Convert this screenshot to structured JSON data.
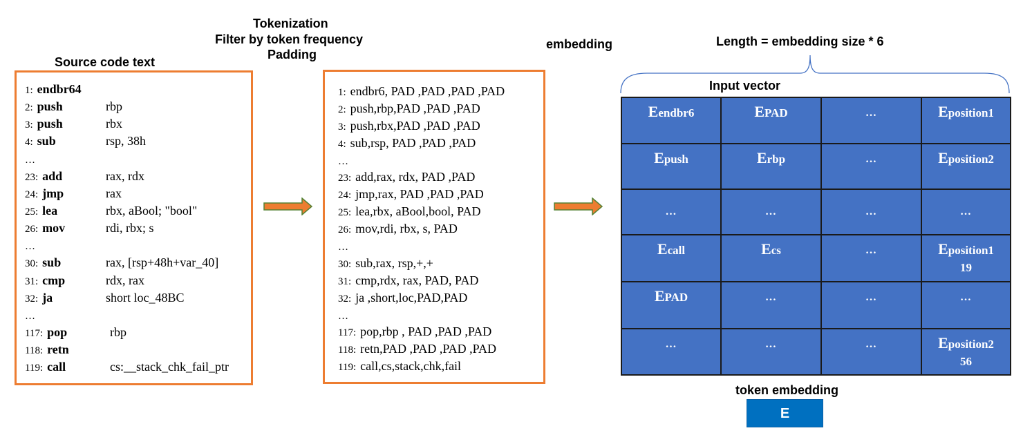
{
  "headings": {
    "source": "Source code text",
    "tokenization": "Tokenization",
    "filter": "Filter by token frequency",
    "padding": "Padding",
    "embedding": "embedding",
    "length": "Length = embedding size * 6",
    "input_vector": "Input vector",
    "token_embedding": "token embedding"
  },
  "source_lines": [
    {
      "num": "1:",
      "op": "endbr64",
      "arg": ""
    },
    {
      "num": "2:",
      "op": "push",
      "arg": "rbp"
    },
    {
      "num": "3:",
      "op": "push",
      "arg": "rbx"
    },
    {
      "num": "4:",
      "op": "sub",
      "arg": "rsp, 38h"
    },
    {
      "num": "…",
      "op": "",
      "arg": ""
    },
    {
      "num": "23:",
      "op": "add",
      "arg": "rax, rdx"
    },
    {
      "num": "24:",
      "op": "jmp",
      "arg": "rax"
    },
    {
      "num": "25:",
      "op": "lea",
      "arg": "rbx, aBool; \"bool\""
    },
    {
      "num": "26:",
      "op": "mov",
      "arg": "rdi, rbx; s"
    },
    {
      "num": "…",
      "op": "",
      "arg": ""
    },
    {
      "num": "30:",
      "op": "sub",
      "arg": "rax, [rsp+48h+var_40]"
    },
    {
      "num": "31:",
      "op": "cmp",
      "arg": "rdx, rax"
    },
    {
      "num": "32:",
      "op": "ja",
      "arg": "short loc_48BC"
    },
    {
      "num": "…",
      "op": "",
      "arg": ""
    },
    {
      "num": "117:",
      "op": "pop",
      "arg": "rbp"
    },
    {
      "num": "118:",
      "op": "retn",
      "arg": ""
    },
    {
      "num": "119:",
      "op": "call",
      "arg": "cs:__stack_chk_fail_ptr"
    }
  ],
  "token_lines": [
    {
      "num": "1:",
      "text": "endbr6, PAD ,PAD ,PAD ,PAD"
    },
    {
      "num": "2:",
      "text": "push,rbp,PAD ,PAD ,PAD"
    },
    {
      "num": "3:",
      "text": "push,rbx,PAD ,PAD ,PAD"
    },
    {
      "num": "4:",
      "text": "sub,rsp, PAD ,PAD ,PAD"
    },
    {
      "num": "…",
      "text": ""
    },
    {
      "num": "23:",
      "text": "add,rax, rdx, PAD ,PAD"
    },
    {
      "num": "24:",
      "text": "jmp,rax, PAD ,PAD ,PAD"
    },
    {
      "num": "25:",
      "text": "lea,rbx, aBool,bool, PAD"
    },
    {
      "num": "26:",
      "text": "mov,rdi, rbx, s, PAD"
    },
    {
      "num": "…",
      "text": ""
    },
    {
      "num": "30:",
      "text": "sub,rax, rsp,+,+"
    },
    {
      "num": "31:",
      "text": "cmp,rdx, rax, PAD, PAD"
    },
    {
      "num": "32:",
      "text": "ja ,short,loc,PAD,PAD"
    },
    {
      "num": "…",
      "text": ""
    },
    {
      "num": "117:",
      "text": "pop,rbp , PAD ,PAD ,PAD"
    },
    {
      "num": "118:",
      "text": "retn,PAD ,PAD ,PAD ,PAD"
    },
    {
      "num": "119:",
      "text": "call,cs,stack,chk,fail"
    }
  ],
  "matrix": {
    "rows": [
      [
        {
          "e": "E",
          "sub": "endbr6"
        },
        {
          "e": "E",
          "sub": "PAD"
        },
        {
          "dots": "…"
        },
        {
          "e": "E",
          "sub": "position1"
        }
      ],
      [
        {
          "e": "E",
          "sub": "push"
        },
        {
          "e": "E",
          "sub": "rbp"
        },
        {
          "dots": "…"
        },
        {
          "e": "E",
          "sub": "position2"
        }
      ],
      [
        {
          "dots": "…"
        },
        {
          "dots": "…"
        },
        {
          "dots": "…"
        },
        {
          "dots": "…"
        }
      ],
      [
        {
          "e": "E",
          "sub": "call"
        },
        {
          "e": "E",
          "sub": "cs"
        },
        {
          "dots": "…"
        },
        {
          "e": "E",
          "sub": "position1",
          "line2": "19"
        }
      ],
      [
        {
          "e": "E",
          "sub": "PAD"
        },
        {
          "dots": "…"
        },
        {
          "dots": "…"
        },
        {
          "dots": "…"
        }
      ],
      [
        {
          "dots": "…"
        },
        {
          "dots": "…"
        },
        {
          "dots": "…"
        },
        {
          "e": "E",
          "sub": "position2",
          "line2": "56"
        }
      ]
    ],
    "cell_color": "#4472C4"
  },
  "token_embedding_label": "E",
  "colors": {
    "box_border": "#ED7D31",
    "arrow_fill": "#ED7D31",
    "arrow_stroke": "#548235",
    "embedding_box": "#0070C0"
  }
}
